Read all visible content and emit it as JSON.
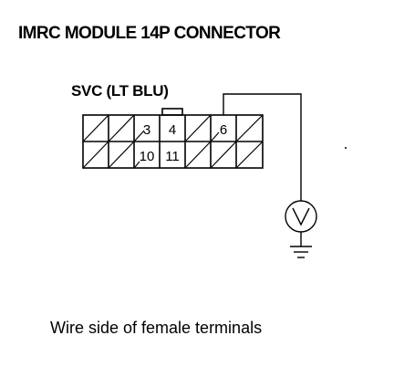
{
  "title": "IMRC MODULE 14P CONNECTOR",
  "connector_label": "SVC (LT BLU)",
  "caption": "Wire side of female terminals",
  "connector": {
    "top_row": [
      "",
      "",
      "3",
      "4",
      "",
      "6",
      ""
    ],
    "bottom_row": [
      "",
      "",
      "10",
      "11",
      "",
      "",
      ""
    ]
  },
  "meter_icon": "voltmeter-icon",
  "ground_icon": "ground-icon"
}
